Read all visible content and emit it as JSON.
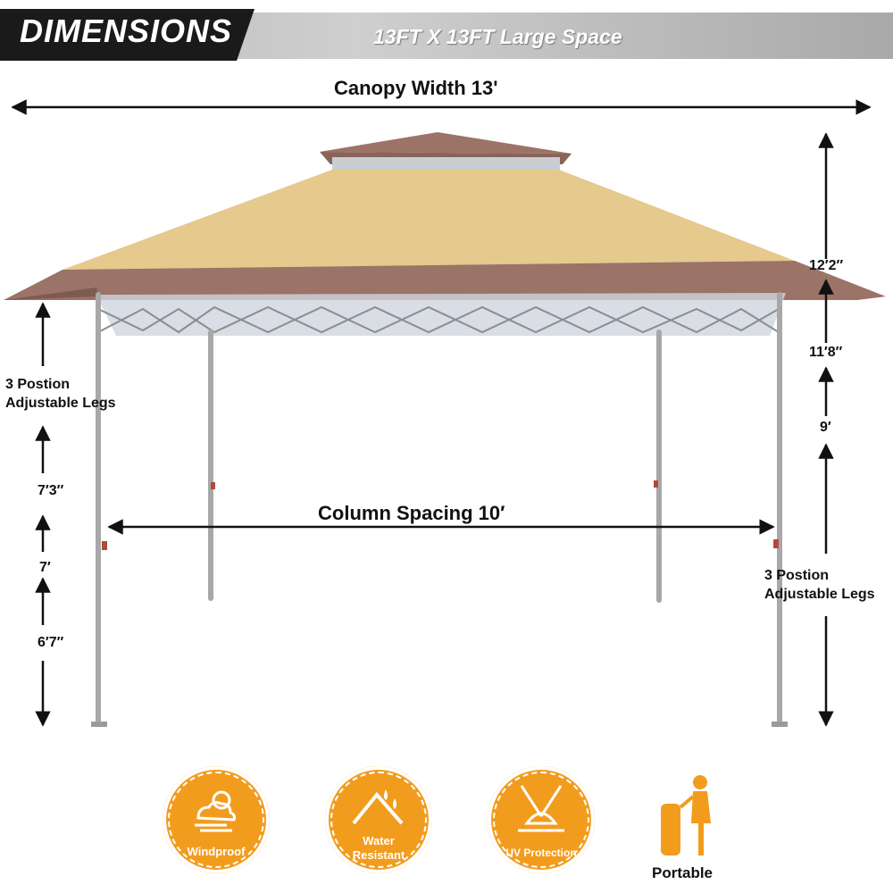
{
  "header": {
    "title": "DIMENSIONS",
    "subtitle": "13FT  X 13FT  Large Space"
  },
  "dimensions": {
    "canopy_width": "Canopy Width 13'",
    "column_spacing": "Column Spacing 10′",
    "height_top": "12′2″",
    "height_mid": "11′8″",
    "height_low": "9′",
    "leg_high": "7′3″",
    "leg_mid": "7′",
    "leg_low": "6′7″",
    "adjustable_left_line1": "3 Postion",
    "adjustable_left_line2": "Adjustable Legs",
    "adjustable_right_line1": "3 Postion",
    "adjustable_right_line2": "Adjustable Legs"
  },
  "features": {
    "windproof": "Windproof",
    "water_line1": "Water",
    "water_line2": "Resistant",
    "uv": "UV Protection",
    "portable": "Portable"
  },
  "colors": {
    "canopy_top": "#e5c98d",
    "canopy_trim": "#9b7367",
    "badge_orange": "#f29c1e",
    "header_dark": "#1a1a1a"
  }
}
